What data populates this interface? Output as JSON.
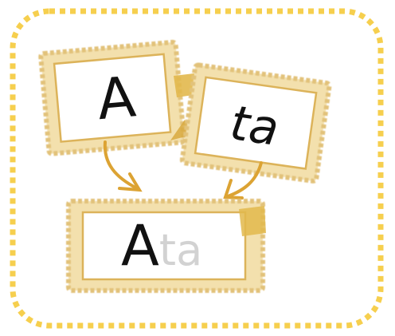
{
  "cards": {
    "first": {
      "text": "A"
    },
    "second": {
      "text": "ta"
    },
    "combined": {
      "prefix": "A",
      "suffix": "ta"
    }
  },
  "colors": {
    "dotted_border": "#f6cf4e",
    "frame_outer": "#e9cd8a",
    "frame_inner": "#d9ae52",
    "arrow": "#dca333",
    "text_main": "#111111",
    "text_faded": "#d2d2d2"
  }
}
